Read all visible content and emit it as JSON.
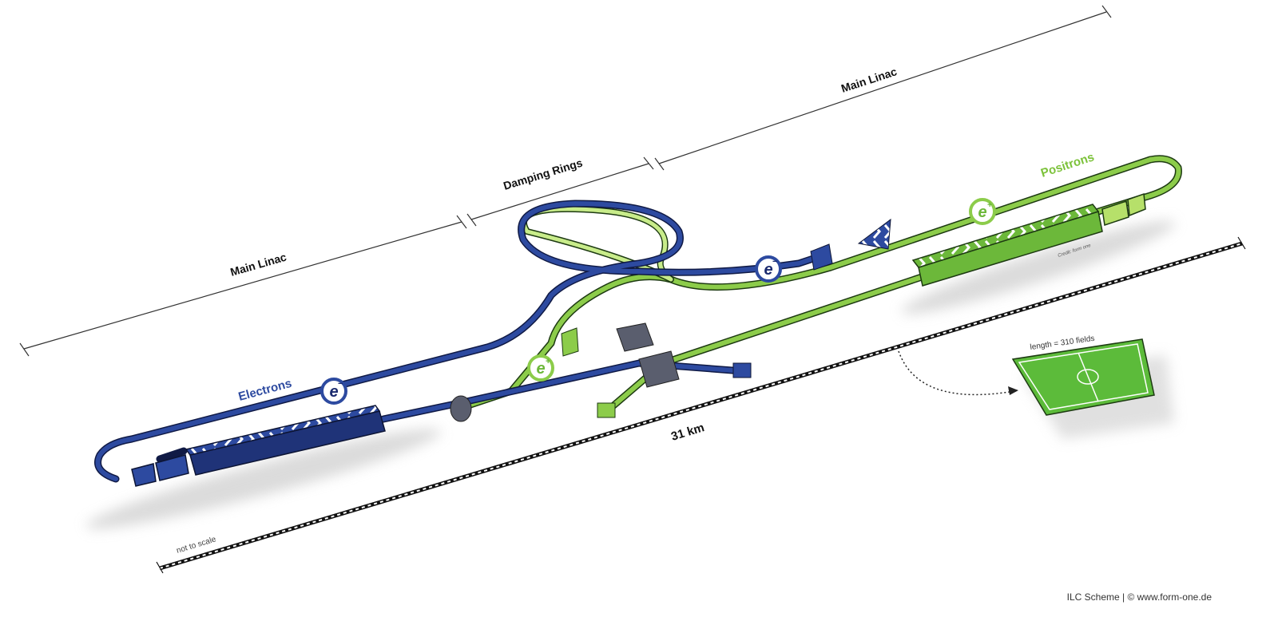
{
  "labels": {
    "main_linac_left": "Main Linac",
    "damping_rings": "Damping Rings",
    "main_linac_right": "Main Linac",
    "electrons": "Electrons",
    "positrons": "Positrons",
    "electron_symbol": "e",
    "electron_sign": "−",
    "positron_symbol": "e",
    "positron_sign": "+",
    "distance": "31 km",
    "not_to_scale": "not to scale",
    "field_length": "length = 310 fields",
    "credit": "Credit: form one",
    "footer": "ILC Scheme | © www.form-one.de"
  },
  "colors": {
    "electron": "#2d4aa0",
    "electron_dark": "#1a2a6e",
    "positron": "#8ccc4a",
    "positron_light": "#c8ec8a",
    "field": "#5cbb3a",
    "gray": "#5a5e6e"
  }
}
